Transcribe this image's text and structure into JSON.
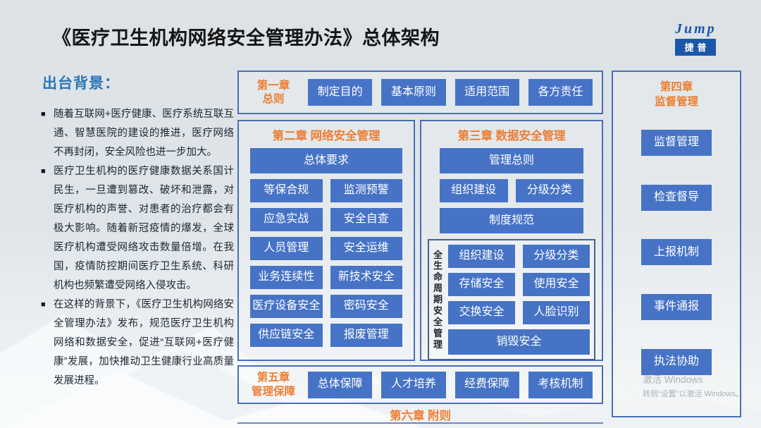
{
  "title": "《医疗卫生机构网络安全管理办法》总体架构",
  "logo": {
    "name": "Jump",
    "badge": "捷普"
  },
  "background_section": {
    "heading": "出台背景：",
    "bullet_icon": "■",
    "bullets": [
      "随着互联网+医疗健康、医疗系统互联互通、智慧医院的建设的推进，医疗网络不再封闭，安全风险也进一步加大。",
      "医疗卫生机构的医疗健康数据关系国计民生，一旦遭到篡改、破坏和泄露，对医疗机构的声誉、对患者的治疗都会有极大影响。随着新冠疫情的爆发，全球医疗机构遭受网络攻击数量倍增。在我国，疫情防控期间医疗卫生系统、科研机构也频繁遭受网络入侵攻击。",
      "在这样的背景下，《医疗卫生机构网络安全管理办法》发布，规范医疗卫生机构网络和数据安全，促进“互联网+医疗健康”发展，加快推动卫生健康行业高质量发展进程。"
    ]
  },
  "chapters": {
    "ch1": {
      "label": "第一章\n总则",
      "items": [
        "制定目的",
        "基本原则",
        "适用范围",
        "各方责任"
      ]
    },
    "ch2": {
      "title": "第二章 网络安全管理",
      "full_top": "总体要求",
      "rows": [
        [
          "等保合规",
          "监测预警"
        ],
        [
          "应急实战",
          "安全自查"
        ],
        [
          "人员管理",
          "安全运维"
        ],
        [
          "业务连续性",
          "新技术安全"
        ],
        [
          "医疗设备安全",
          "密码安全"
        ],
        [
          "供应链安全",
          "报废管理"
        ]
      ]
    },
    "ch3": {
      "title": "第三章 数据安全管理",
      "full_top": "管理总则",
      "row": [
        "组织建设",
        "分级分类"
      ],
      "full_mid": "制度规范",
      "lifecycle": {
        "label": "全生命周期安全管理",
        "rows": [
          [
            "组织建设",
            "分级分类"
          ],
          [
            "存储安全",
            "使用安全"
          ],
          [
            "交换安全",
            "人脸识别"
          ]
        ],
        "full_bottom": "销毁安全"
      }
    },
    "ch4": {
      "title": "第四章\n监督管理",
      "items": [
        "监督管理",
        "检查督导",
        "上报机制",
        "事件通报",
        "执法协助"
      ]
    },
    "ch5": {
      "label": "第五章\n管理保障",
      "items": [
        "总体保障",
        "人才培养",
        "经费保障",
        "考核机制"
      ]
    },
    "ch6": {
      "title": "第六章 附则"
    }
  },
  "watermark": {
    "line1": "激活 Windows",
    "line2": "转到“设置”以激活 Windows。"
  },
  "colors": {
    "box_blue": "#4673c5",
    "border_blue": "#4a6fb5",
    "accent_orange": "#ed7d31",
    "heading_blue": "#2e75b6",
    "logo_blue": "#1a57a8",
    "slide_background": "#dee4e8"
  }
}
